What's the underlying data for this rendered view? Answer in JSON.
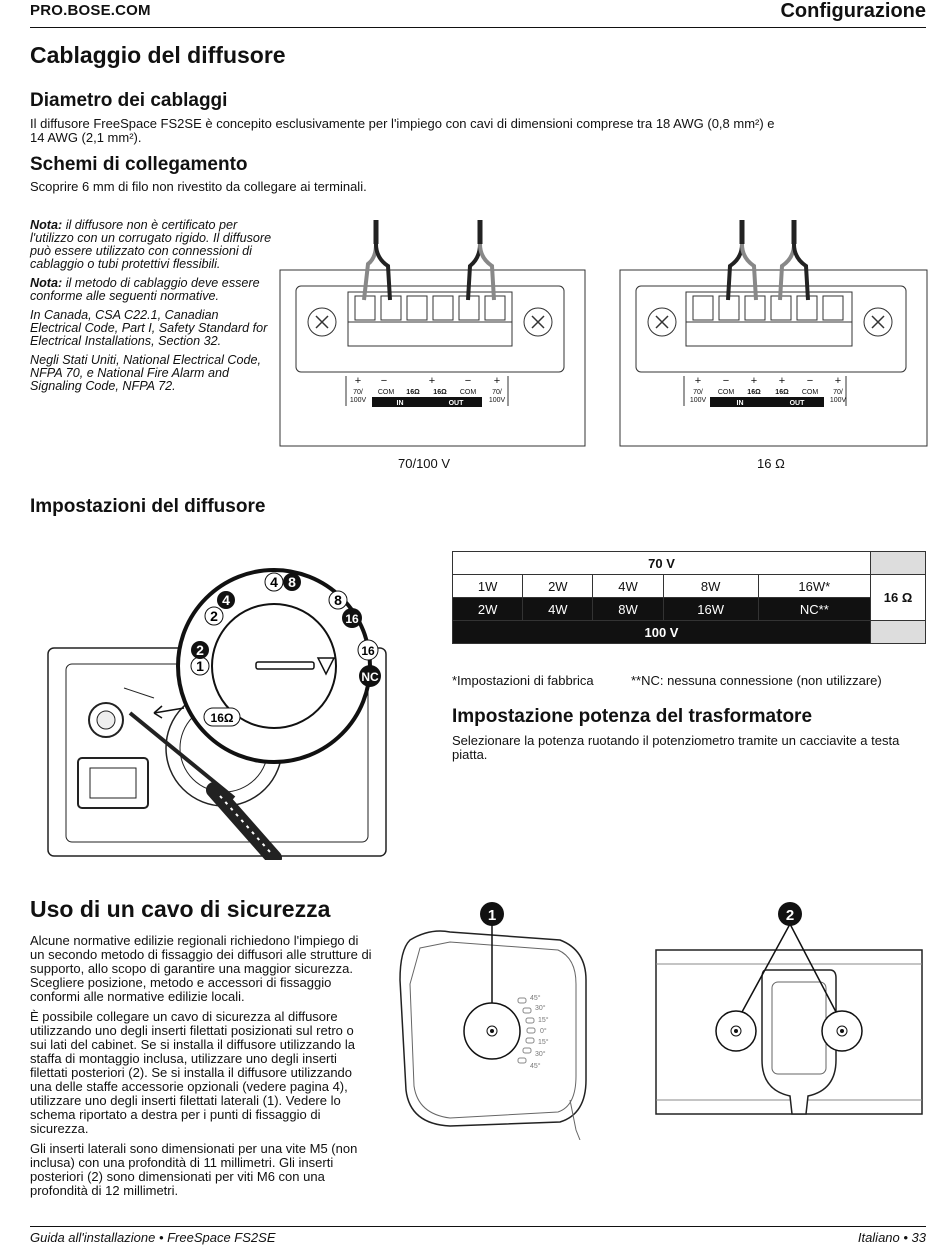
{
  "header": {
    "site": "PRO.BOSE.COM",
    "section": "Configurazione"
  },
  "wiring": {
    "title": "Cablaggio del diffusore",
    "gauge_title": "Diametro dei cablaggi",
    "gauge_text_1": "Il diffusore FreeSpace FS2SE è concepito esclusivamente per l'impiego con cavi di dimensioni comprese tra 18 AWG (0,8 mm²) e",
    "gauge_text_2": "14 AWG (2,1 mm²).",
    "schema_title": "Schemi di collegamento",
    "schema_text": "Scoprire 6 mm di filo non rivestito da collegare ai terminali.",
    "note1_label": "Nota:",
    "note1_text": "il diffusore non è certificato per l'utilizzo con un corrugato rigido. Il diffusore può essere utilizzato con connessioni di cablaggio o tubi protettivi flessibili.",
    "note2_label": "Nota:",
    "note2_text": "il metodo di cablaggio deve essere conforme alle seguenti normative.",
    "note3": "In Canada, CSA C22.1, Canadian Electrical Code, Part I, Safety Standard for Electrical Installations, Section 32.",
    "note4": "Negli Stati Uniti, National Electrical Code, NFPA 70, e National Fire Alarm and Signaling Code, NFPA 72.",
    "diagram_captions": [
      "70/100 V",
      "16 Ω"
    ],
    "terminal_labels": {
      "plus": "+",
      "minus": "−",
      "v70": "70/",
      "v100": "100V",
      "com": "COM",
      "ohm": "16Ω",
      "in": "IN",
      "out": "OUT"
    }
  },
  "settings": {
    "title": "Impostazioni del diffusore",
    "dial_labels": [
      "4",
      "8",
      "2",
      "4",
      "8",
      "16",
      "16",
      "NC",
      "1",
      "2",
      "16Ω"
    ],
    "table": {
      "header_70": "70 V",
      "row_70": [
        "1W",
        "2W",
        "4W",
        "8W",
        "16W*"
      ],
      "row_100": [
        "2W",
        "4W",
        "8W",
        "16W",
        "NC**"
      ],
      "header_100": "100 V",
      "ohm": "16 Ω"
    },
    "footnote_1": "*Impostazioni di fabbrica",
    "footnote_2": "**NC: nessuna connessione (non utilizzare)",
    "power_title": "Impostazione potenza del trasformatore",
    "power_text": "Selezionare la potenza ruotando il potenziometro tramite un cacciavite a testa piatta."
  },
  "safety": {
    "title": "Uso di un cavo di sicurezza",
    "p1": "Alcune normative edilizie regionali richiedono l'impiego di un secondo metodo di fissaggio dei diffusori alle strutture di supporto, allo scopo di garantire una maggior sicurezza. Scegliere posizione, metodo e accessori di fissaggio conformi alle normative edilizie locali.",
    "p2": "È possibile collegare un cavo di sicurezza al diffusore utilizzando uno degli inserti filettati posizionati sul retro o sui lati del cabinet. Se si installa il diffusore utilizzando la staffa di montaggio inclusa, utilizzare uno degli inserti filettati posteriori (2). Se si installa il diffusore utilizzando una delle staffe accessorie opzionali (vedere pagina 4), utilizzare uno degli inserti filettati laterali (1). Vedere lo schema riportato a destra per i punti di fissaggio di sicurezza.",
    "p3": "Gli inserti laterali sono dimensionati per una vite M5 (non inclusa) con una profondità di 11 millimetri. Gli inserti posteriori (2) sono dimensionati per viti M6 con una profondità di 12 millimetri.",
    "callouts": [
      "1",
      "2"
    ],
    "angles": [
      "45°",
      "30°",
      "15°",
      "0°",
      "15°",
      "30°",
      "45°"
    ]
  },
  "footer": {
    "left": "Guida all'installazione • FreeSpace FS2SE",
    "right": "Italiano • 33"
  }
}
